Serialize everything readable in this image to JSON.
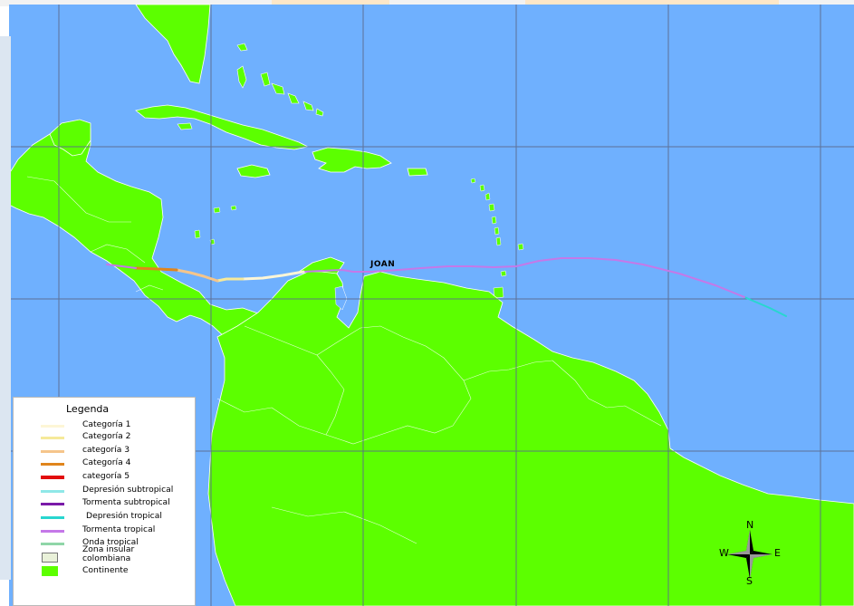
{
  "storm_label": "JOAN",
  "legend": {
    "title": "Legenda",
    "items": [
      {
        "label": "Categoría 1",
        "color": "#fdf6d6",
        "kind": "line"
      },
      {
        "label": "Categoría 2",
        "color": "#f6e99a",
        "kind": "line"
      },
      {
        "label": "categoría 3",
        "color": "#f5c58b",
        "kind": "line"
      },
      {
        "label": "Categoría 4",
        "color": "#e0851c",
        "kind": "line"
      },
      {
        "label": "categoría 5",
        "color": "#e20d0d",
        "kind": "line"
      },
      {
        "label": "Depresión subtropical",
        "color": "#8fe8e8",
        "kind": "line"
      },
      {
        "label": "Tormenta subtropical",
        "color": "#7a1aa8",
        "kind": "line"
      },
      {
        "label": "Depresión tropical",
        "color": "#28d6cf",
        "kind": "line"
      },
      {
        "label": "Tormenta tropical",
        "color": "#c578e8",
        "kind": "line"
      },
      {
        "label": "Onda tropical",
        "color": "#8fd6a8",
        "kind": "line"
      },
      {
        "label": "Zona insular colombiana",
        "color": "#e9f1d9",
        "kind": "box"
      },
      {
        "label": "Continente",
        "color": "#5cff00",
        "kind": "box"
      }
    ]
  },
  "compass": {
    "n": "N",
    "s": "S",
    "e": "E",
    "w": "W"
  },
  "colors": {
    "ocean": "#6fb0fe",
    "land": "#5cff00",
    "grid": "#5b6b8c"
  }
}
